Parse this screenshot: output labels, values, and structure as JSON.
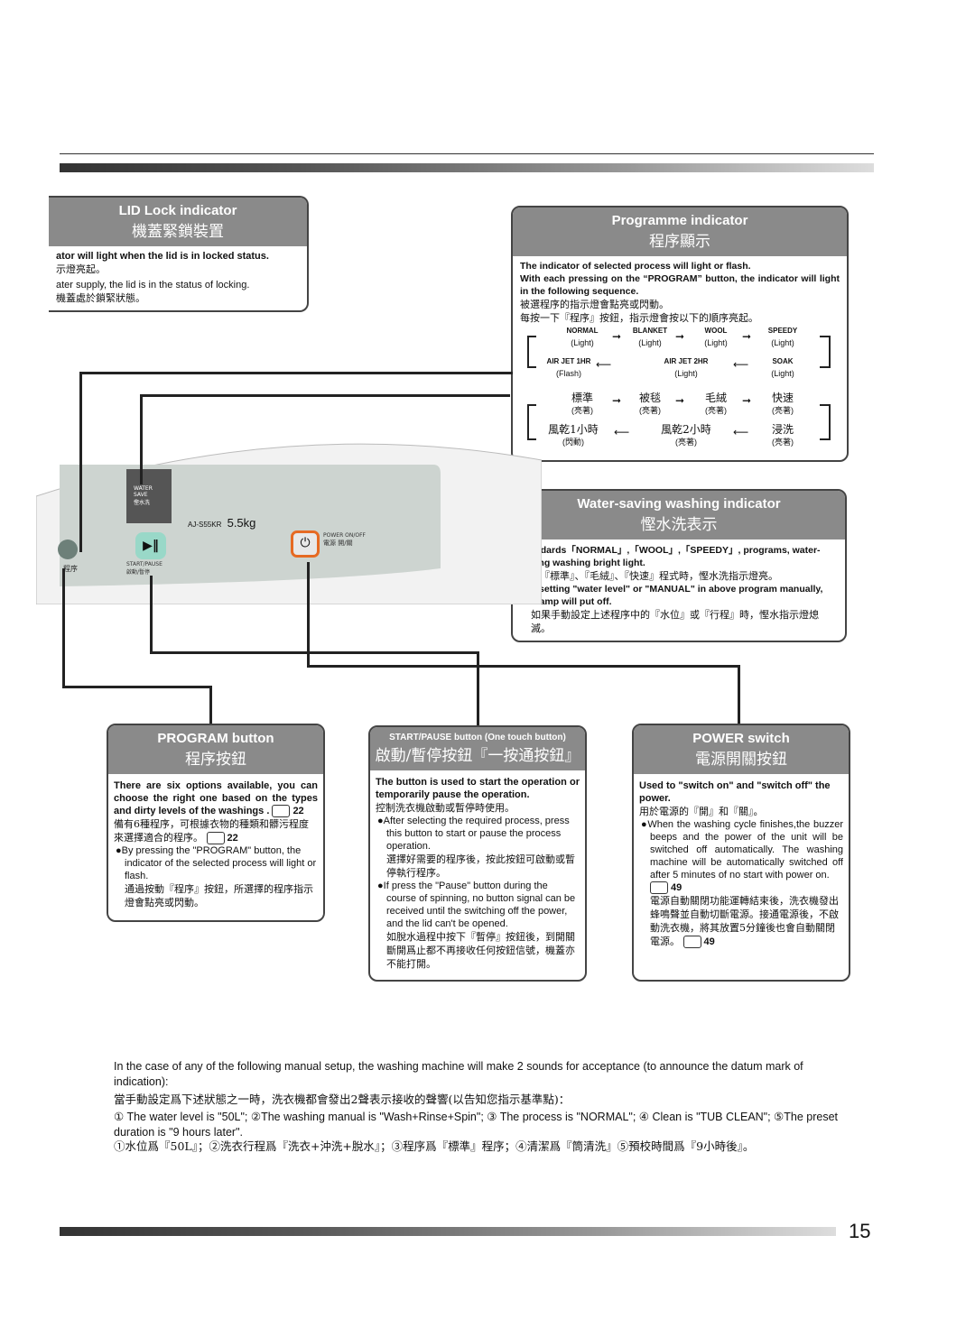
{
  "lid_lock": {
    "title_en": "LID Lock indicator",
    "title_zh": "機蓋緊鎖裝置",
    "line1": "ator will light when the lid is in locked status.",
    "line2": "示燈亮起。",
    "line3": "ater supply, the lid is in the status of locking.",
    "line4": "機蓋處於鎖緊狀態。"
  },
  "programme_indicator": {
    "title_en": "Programme indicator",
    "title_zh": "程序顯示",
    "line1": "The indicator of selected process will light or flash.",
    "line2": "With each pressing on the “PROGRAM” button, the indicator will light in the following sequence.",
    "line3": "被選程序的指示燈會點亮或閃動。",
    "line4": "每按一下『程序』按鈕，指示燈會按以下的順序亮起。",
    "seq_en_top": [
      {
        "name": "NORMAL",
        "state": "(Light)"
      },
      {
        "name": "BLANKET",
        "state": "(Light)"
      },
      {
        "name": "WOOL",
        "state": "(Light)"
      },
      {
        "name": "SPEEDY",
        "state": "(Light)"
      }
    ],
    "seq_en_bottom": [
      {
        "name": "AIR JET 1HR",
        "state": "(Flash)"
      },
      {
        "name": "AIR JET 2HR",
        "state": "(Light)"
      },
      {
        "name": "SOAK",
        "state": "(Light)"
      }
    ],
    "seq_zh_top": [
      {
        "name": "標準",
        "state": "(亮著)"
      },
      {
        "name": "被毯",
        "state": "(亮著)"
      },
      {
        "name": "毛絨",
        "state": "(亮著)"
      },
      {
        "name": "快速",
        "state": "(亮著)"
      }
    ],
    "seq_zh_bottom": [
      {
        "name": "風乾1小時",
        "state": "(閃動)"
      },
      {
        "name": "風乾2小時",
        "state": "(亮著)"
      },
      {
        "name": "浸洗",
        "state": "(亮著)"
      }
    ]
  },
  "water_saving": {
    "title_en": "Water-saving washing indicator",
    "title_zh": "慳水洗表示",
    "line1": "Standards「NORMAL」,「WOOL」,「SPEEDY」, programs, water-saving washing bright light.",
    "line2": "設定『標準』、『毛絨』、『快速』程式時，慳水洗指示燈亮。",
    "line3": "※ If setting \"water level\" or \"MANUAL\" in above program manually, the lamp will put off.",
    "line4": "如果手動設定上述程序中的『水位』或『行程』時，慳水指示燈熄滅。"
  },
  "panel": {
    "model": "AJ-S55KR",
    "capacity": "5.5kg",
    "water_save": "WATER SAVE",
    "water_save_zh": "慳水洗",
    "start_pause": "START/PAUSE",
    "start_pause_zh": "啟動/暫停",
    "power": "POWER ON/OFF",
    "power_zh": "電源 開/關",
    "program_zh": "程序"
  },
  "program_button": {
    "title_en": "PROGRAM button",
    "title_zh": "程序按鈕",
    "p1": "There are six options available, you can choose the right one based on the types and dirty levels of the washings .",
    "ref1": "22",
    "p2": "備有6種程序，可根據衣物的種類和髒污程度來選擇適合的程序。",
    "ref2": "22",
    "p3": "By pressing the \"PROGRAM\" button, the indicator of the selected process will light or flash.",
    "p4": "通過按動『程序』按鈕，所選擇的程序指示燈會點亮或閃動。"
  },
  "start_pause": {
    "title_en": "START/PAUSE button (One touch button)",
    "title_zh": "啟動/暫停按鈕『一按通按鈕』",
    "p1": "The button is used to start the operation or temporarily pause the operation.",
    "p2": "控制洗衣機啟動或暫停時使用。",
    "p3": "After selecting the required process, press this button to start or pause the process operation.",
    "p4": "選擇好需要的程序後，按此按鈕可啟動或暫停執行程序。",
    "p5": "If press the \"Pause\" button during the course of spinning, no button signal can be received until the switching off the power, and the lid can't be opened.",
    "p6": "如脫水過程中按下『暫停』按鈕後，到開關斷開爲止都不再接收任何按鈕信號，機蓋亦不能打開。"
  },
  "power_switch": {
    "title_en": "POWER switch",
    "title_zh": "電源開關按鈕",
    "p1": "Used to \"switch on\" and \"switch off\" the power.",
    "p2": "用於電源的『開』和『關』。",
    "p3": "When the washing cycle finishes,the buzzer beeps and the power of the unit will be switched off automatically. The washing machine will be automatically switched off after 5 minutes of no start with power on.",
    "ref1": "49",
    "p4": "電源自動關閉功能運轉結束後，洗衣機發出蜂鳴聲並自動切斷電源。接通電源後，不啟動洗衣機，將其放置5分鐘後也會自動關閉電源。",
    "ref2": "49"
  },
  "footer": {
    "en1": "In the case of any of the following manual setup, the washing machine will make 2 sounds for acceptance (to announce the datum mark of indication):",
    "zh1": "當手動設定爲下述狀態之一時，洗衣機都會發出2聲表示接收的聲響(以告知您指示基準點)：",
    "en2": "① The water level is \"50L\"; ②The washing manual is \"Wash+Rinse+Spin\"; ③ The process is \"NORMAL\"; ④ Clean is \"TUB CLEAN\"; ⑤The preset duration is \"9 hours later\".",
    "zh2": "①水位爲『50L』；②洗衣行程爲『洗衣+沖洗+脫水』；③程序爲『標準』程序；④清潔爲『筒清洗』⑤預校時間爲『9小時後』。"
  },
  "page_number": "15"
}
